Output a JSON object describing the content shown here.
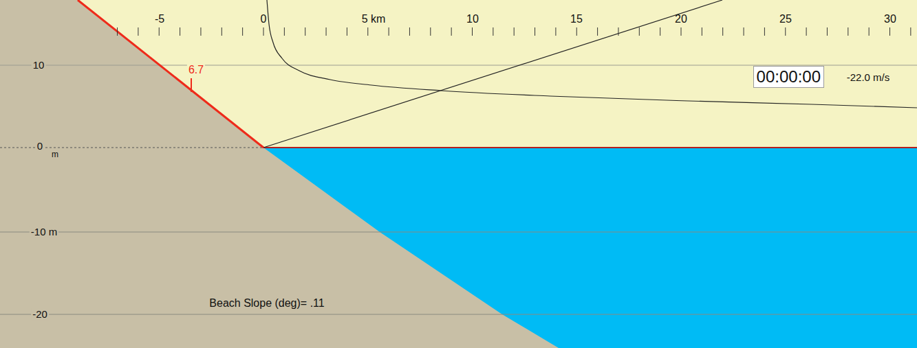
{
  "diagram": {
    "nodes": [
      {
        "text": [
          "00:00:00"
        ]
      }
    ],
    "labels": [
      "-5",
      "0",
      "5 km",
      "10",
      "15",
      "20",
      "25",
      "30",
      "6.7",
      "-22.0 m/s",
      "10",
      "0",
      "m",
      "-10 m",
      "-20",
      "Beach Slope (deg)= .11"
    ]
  }
}
